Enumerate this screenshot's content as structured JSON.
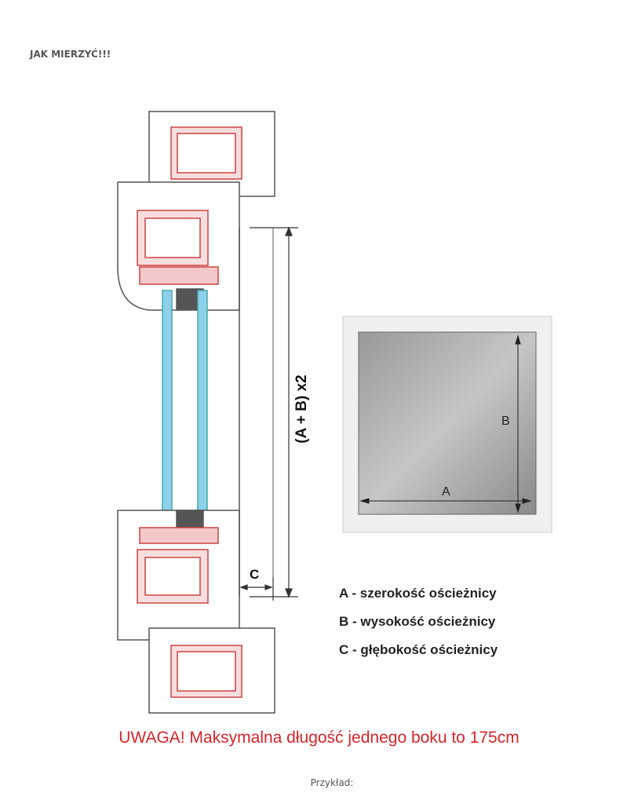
{
  "title": "JAK MIERZYĆ!!!",
  "diagram": {
    "dimension_label": "(A + B) x2",
    "depth_label": "C",
    "width_label": "A",
    "height_label": "B",
    "legend": [
      "A - szerokość ościeżnicy",
      "B - wysokość ościeżnicy",
      "C - głębokość ościeżnicy"
    ]
  },
  "warning": "UWAGA! Maksymalna długość jednego boku to 175cm",
  "example_label": "Przykład:",
  "colors": {
    "warning": "#d6252b",
    "glass": "#6fc3e0",
    "reinforcement": "#e06a6a"
  }
}
